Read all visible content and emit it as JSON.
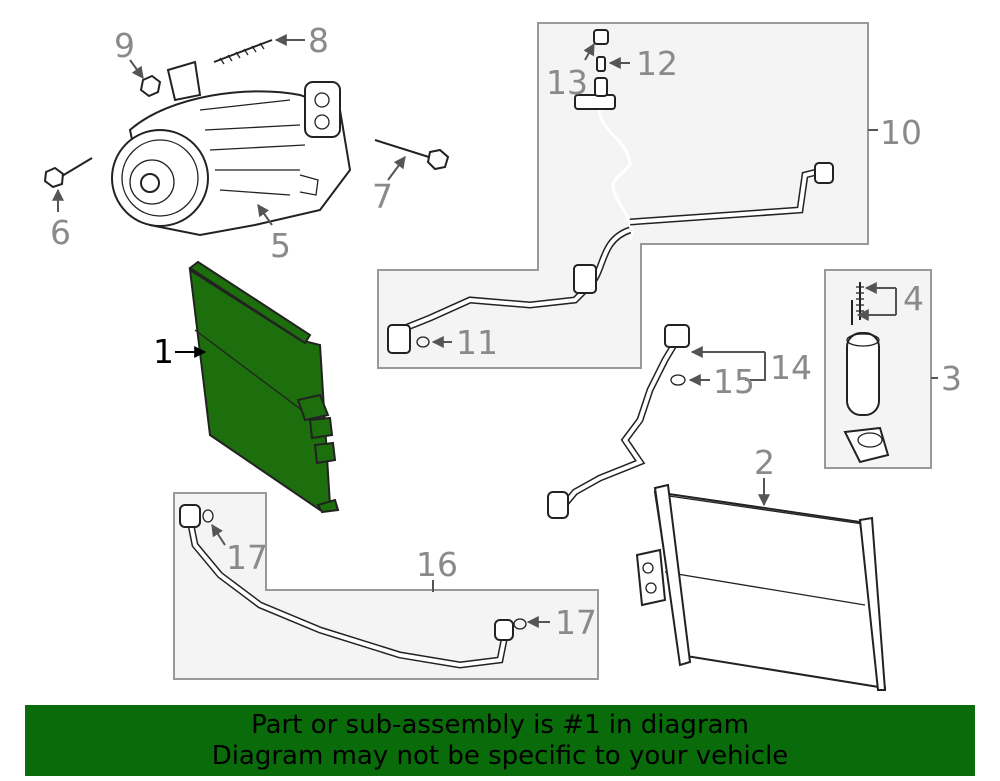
{
  "colors": {
    "highlight": "#1d6e0c",
    "banner": "#0a6b0a",
    "callout": "#8a8a8a",
    "box": "#f4f4f4"
  },
  "callouts": {
    "c1": "1",
    "c2": "2",
    "c3": "3",
    "c4": "4",
    "c5": "5",
    "c6": "6",
    "c7": "7",
    "c8": "8",
    "c9": "9",
    "c10": "10",
    "c11": "11",
    "c12": "12",
    "c13": "13",
    "c14": "14",
    "c15": "15",
    "c16": "16",
    "c17a": "17",
    "c17b": "17"
  },
  "banner": {
    "line1": "Part or sub-assembly is #1 in diagram",
    "line2": "Diagram may not be specific to your vehicle"
  }
}
